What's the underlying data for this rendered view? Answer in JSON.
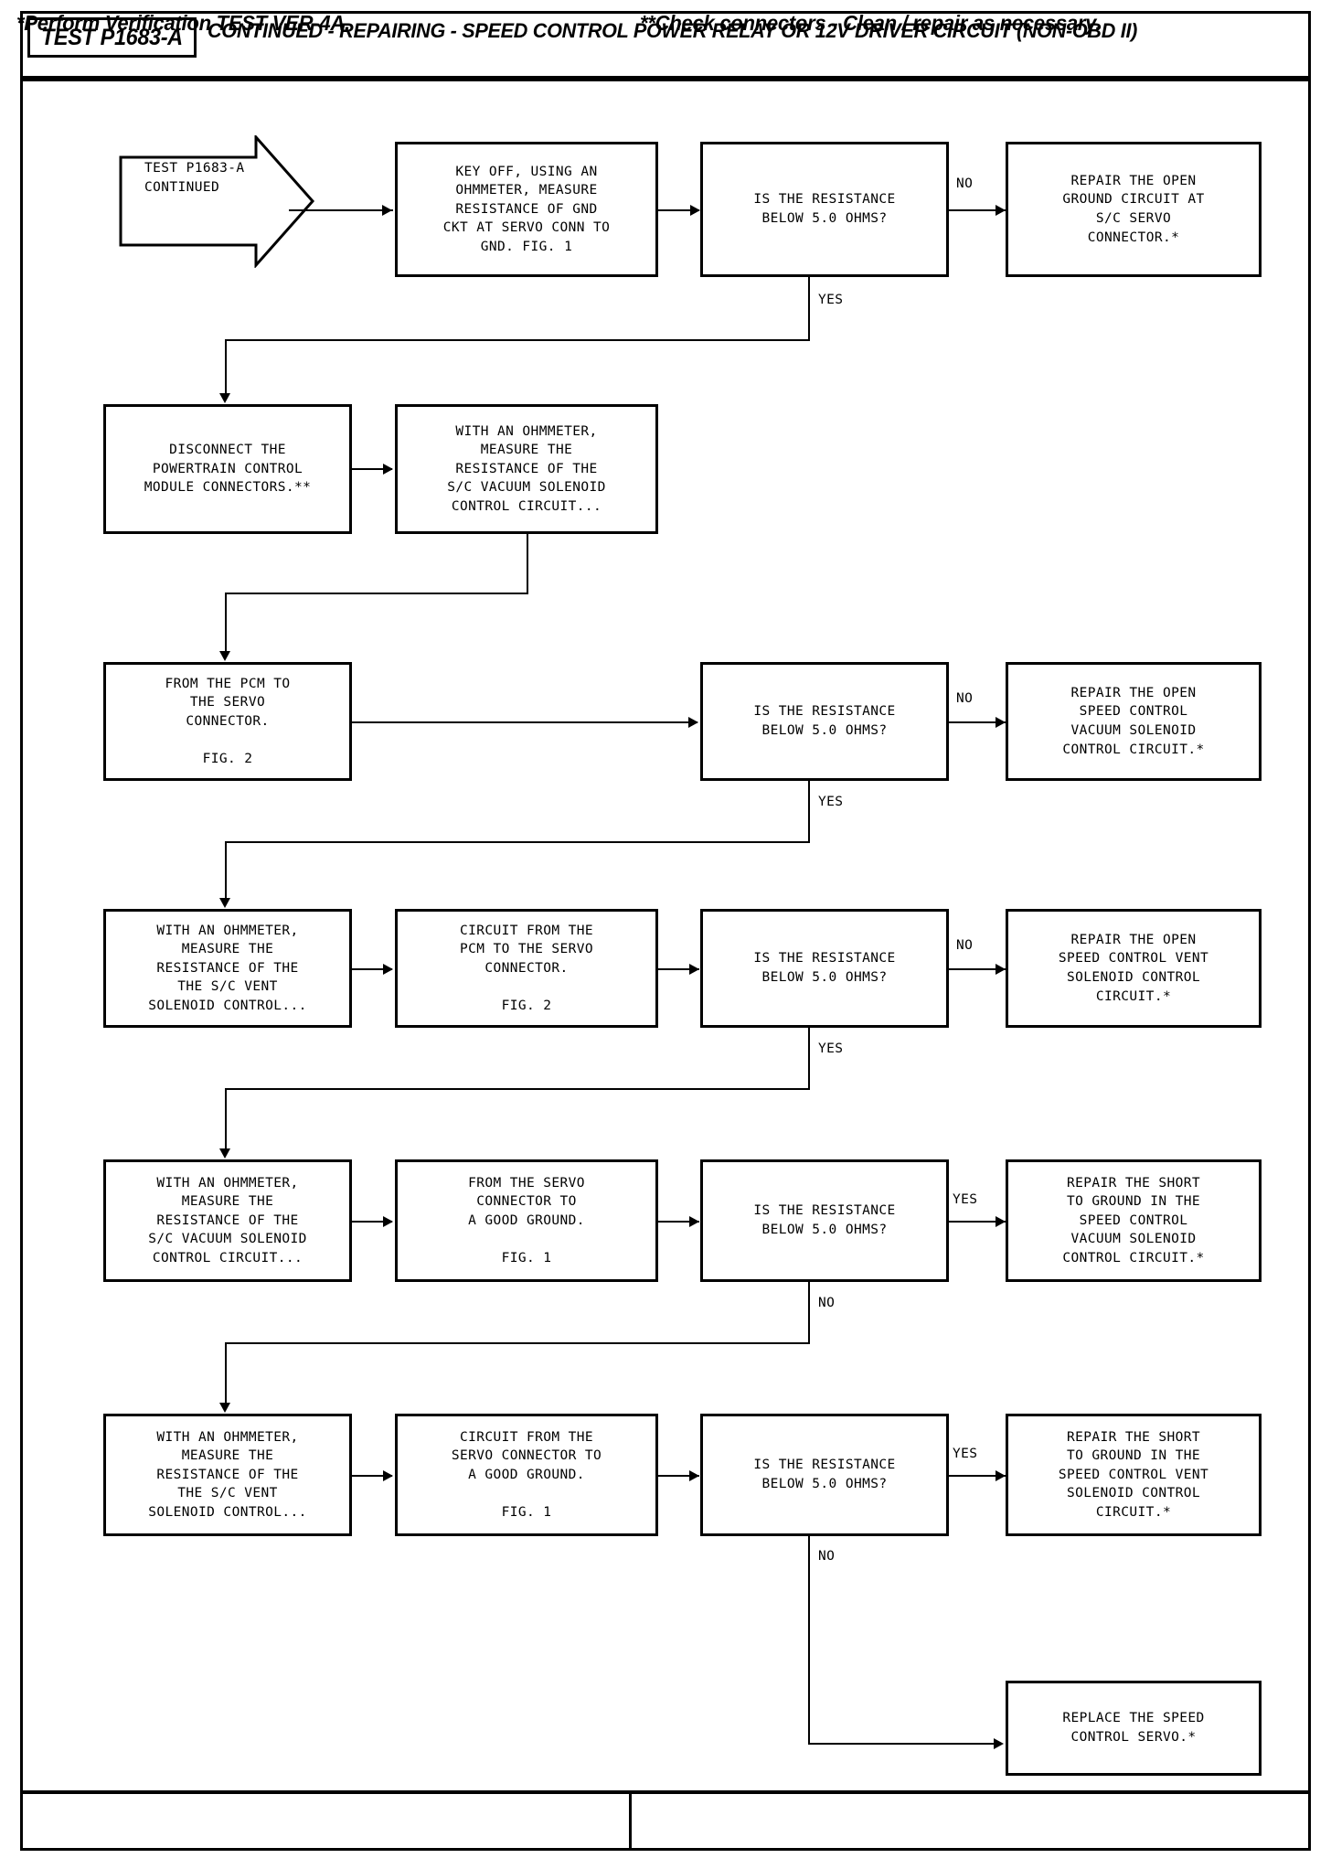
{
  "header": {
    "test_id": "TEST P1683-A",
    "title": "CONTINUED - REPAIRING - SPEED CONTROL POWER RELAY OR 12V DRIVER CIRCUIT (NON-OBD II)"
  },
  "footer": {
    "left_note": "*Perform Verification TEST VER-4A.",
    "right_note": "**Check connectors - Clean / repair as necessary."
  },
  "nodes": {
    "start": "TEST P1683-A\nCONTINUED",
    "r1_action": "KEY OFF, USING AN\nOHMMETER, MEASURE\nRESISTANCE OF GND\nCKT AT SERVO CONN TO\nGND.          FIG. 1",
    "r1_decision": "IS THE RESISTANCE\nBELOW 5.0 OHMS?",
    "r1_result": "REPAIR THE OPEN\nGROUND CIRCUIT AT\nS/C SERVO\nCONNECTOR.*",
    "r2_action": "DISCONNECT THE\nPOWERTRAIN CONTROL\nMODULE CONNECTORS.**",
    "r2_action2": "WITH AN OHMMETER,\nMEASURE THE\nRESISTANCE OF THE\nS/C VACUUM SOLENOID\nCONTROL CIRCUIT...",
    "r3_action": "FROM THE PCM TO\nTHE SERVO\nCONNECTOR.\n\nFIG. 2",
    "r3_decision": "IS THE RESISTANCE\nBELOW 5.0 OHMS?",
    "r3_result": "REPAIR THE OPEN\nSPEED CONTROL\nVACUUM SOLENOID\nCONTROL CIRCUIT.*",
    "r4_action": "WITH AN OHMMETER,\nMEASURE THE\nRESISTANCE OF THE\nTHE S/C VENT\nSOLENOID CONTROL...",
    "r4_action2": "CIRCUIT FROM THE\nPCM TO THE SERVO\nCONNECTOR.\n\nFIG. 2",
    "r4_decision": "IS THE RESISTANCE\nBELOW 5.0 OHMS?",
    "r4_result": "REPAIR THE OPEN\nSPEED CONTROL VENT\nSOLENOID CONTROL\nCIRCUIT.*",
    "r5_action": "WITH AN OHMMETER,\nMEASURE THE\nRESISTANCE OF THE\nS/C VACUUM SOLENOID\nCONTROL CIRCUIT...",
    "r5_action2": "FROM THE SERVO\nCONNECTOR TO\nA GOOD GROUND.\n\nFIG. 1",
    "r5_decision": "IS THE RESISTANCE\nBELOW 5.0 OHMS?",
    "r5_result": "REPAIR THE SHORT\nTO GROUND IN THE\nSPEED CONTROL\nVACUUM SOLENOID\nCONTROL CIRCUIT.*",
    "r6_action": "WITH AN OHMMETER,\nMEASURE THE\nRESISTANCE OF THE\nTHE S/C VENT\nSOLENOID CONTROL...",
    "r6_action2": "CIRCUIT FROM THE\nSERVO CONNECTOR TO\nA GOOD GROUND.\n\nFIG. 1",
    "r6_decision": "IS THE RESISTANCE\nBELOW 5.0 OHMS?",
    "r6_result": "REPAIR THE SHORT\nTO GROUND IN THE\nSPEED CONTROL VENT\nSOLENOID CONTROL\nCIRCUIT.*",
    "final_result": "REPLACE THE SPEED\nCONTROL SERVO.*"
  },
  "edge_labels": {
    "r1_no": "NO",
    "r1_yes": "YES",
    "r3_no": "NO",
    "r3_yes": "YES",
    "r4_no": "NO",
    "r4_yes": "YES",
    "r5_yes": "YES",
    "r5_no": "NO",
    "r6_yes": "YES",
    "r6_no": "NO"
  },
  "colors": {
    "line": "#000000",
    "background": "#ffffff"
  }
}
